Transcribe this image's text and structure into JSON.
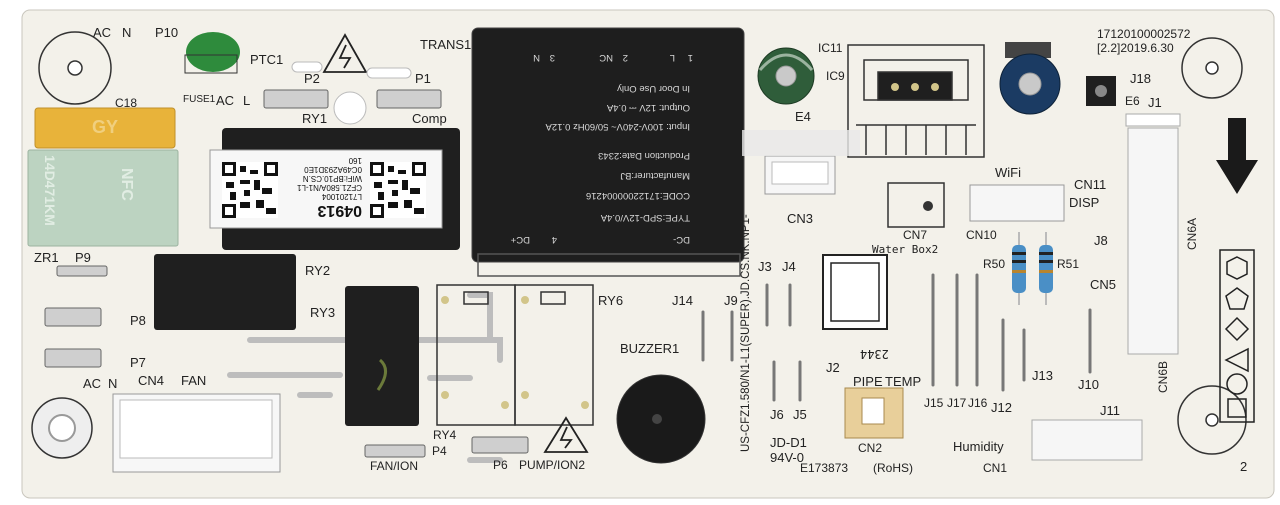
{
  "colors": {
    "board": "#f3f1ea",
    "silkscreen": "#2a2a2a",
    "relay_body": "#202020",
    "capacitor_blue": "#1b3b63",
    "capacitor_green": "#2f5d3a",
    "x_capacitor_yellow": "#e8b33a",
    "mov_green": "#bcd3c1",
    "ptc_green": "#2e8b3c",
    "resistor_blue": "#4a8fc6"
  },
  "board": {
    "top_left": [
      "AC",
      "N",
      "P10",
      "PTC1",
      "C18",
      "FUSE1",
      "AC",
      "L",
      "P2",
      "P1",
      "RY1",
      "Comp",
      "TRANS1"
    ],
    "top_right": [
      "IC11",
      "IC9",
      "E4",
      "17120100002572",
      "[2.2]2019.6.30",
      "J18",
      "E6",
      "J1",
      "CN11",
      "DISP",
      "CN6A"
    ],
    "middle": [
      "CN3",
      "WiFi",
      "CN7",
      "CN10",
      "Water Box2",
      "R50",
      "R51",
      "J8",
      "CN5",
      "2344"
    ],
    "relays_area": [
      "ZR1",
      "P9",
      "RY2",
      "P8",
      "RY3",
      "P7",
      "RY6",
      "J14",
      "J9",
      "J3",
      "J4",
      "BUZZER1",
      "RY4"
    ],
    "bottom_left": [
      "AC",
      "N",
      "CN4",
      "FAN",
      "FAN/ION",
      "P4",
      "P6",
      "PUMP/ION2"
    ],
    "bottom_right": [
      "J2",
      "PIPE",
      "TEMP",
      "CN2",
      "J6",
      "J5",
      "J15",
      "J17",
      "J16",
      "J12",
      "J13",
      "J10",
      "J11",
      "CN6B",
      "Humidity",
      "CN1",
      "JD-D1",
      "94V-0",
      "E173873",
      "(RoHS)",
      "2"
    ],
    "vertical_label": "US-CFZ1.580/N1-L1(SUPER).JD.CS.NK.NP1-",
    "x_cap_labels": [
      "GY",
      "NFC",
      "14D471KM"
    ]
  },
  "transformer_label": {
    "pins": [
      "DC-",
      "4",
      "DC+",
      "3",
      "N",
      "2",
      "NC",
      "1",
      "L"
    ],
    "type": "TYPE:SPD-12V/0.4A",
    "code": "CODE:17122000004216",
    "manufacturer": "Manufacturer:BJ",
    "production_date": "Production Date:2343",
    "input": "Input: 100V-240V~ 50/60Hz 0.12A",
    "output": "Output: 12V ⎓ 0.4A",
    "note": "In Door Use Only"
  },
  "sticker": {
    "number": "04913",
    "line1": "L71201004",
    "line2": "CFZ1.580A/N1-L1",
    "line3": "WiFi:BP10.CS.N",
    "line4": "0C49A293D1E0",
    "line5": "160"
  },
  "shape_symbols": [
    "hexagon",
    "pentagon",
    "diamond",
    "triangle",
    "circle",
    "square"
  ]
}
